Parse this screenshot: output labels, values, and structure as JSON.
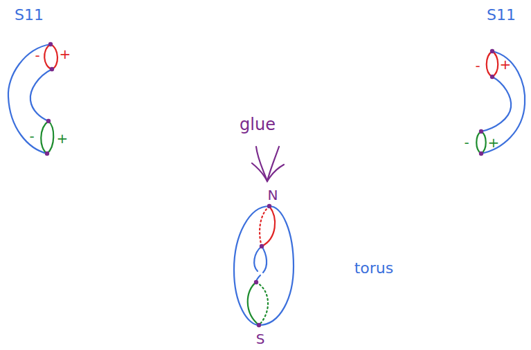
{
  "diagram": {
    "labels": [
      "S11",
      "-",
      "+",
      "-",
      "+",
      "glue",
      "N",
      "S",
      "torus",
      "S11",
      "-",
      "+",
      "-",
      "+"
    ]
  }
}
